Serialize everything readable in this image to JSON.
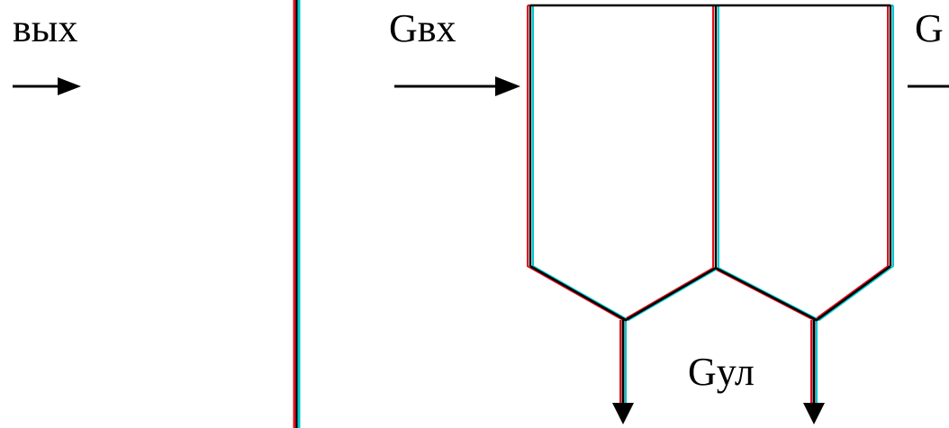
{
  "labels": {
    "left_partial": "вых",
    "inlet": "Gвх",
    "outlet_partial": "G",
    "removed": "Gул"
  },
  "colors": {
    "line": "#000000",
    "ghost_red": "#e0101c",
    "ghost_cyan": "#00c8d0",
    "background": "#ffffff"
  }
}
